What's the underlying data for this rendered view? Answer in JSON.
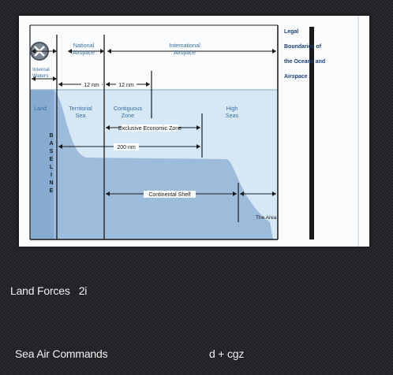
{
  "diagram": {
    "title_lines": [
      "Legal",
      "Boundaries of",
      "the Oceans and",
      "Airspace"
    ],
    "national_airspace": [
      "National",
      "Airspace"
    ],
    "international_airspace": [
      "International",
      "Airspace"
    ],
    "internal_waters": [
      "Internal",
      "Waters"
    ],
    "nm_12_a": "12 nm",
    "nm_12_b": "12 nm",
    "land": "Land",
    "territorial_sea": [
      "Territorial",
      "Sea"
    ],
    "contiguous_zone": [
      "Contiguous",
      "Zone"
    ],
    "high_seas": [
      "High",
      "Seas"
    ],
    "eez": "Exclusive Economic Zone",
    "nm_200": "200 nm",
    "baseline_letters": [
      "B",
      "A",
      "S",
      "E",
      "L",
      "I",
      "N",
      "E"
    ],
    "continental_shelf": "Continental Shelf",
    "the_area": "The Area",
    "colors": {
      "water": "#a9cde8",
      "land": "#6f98c6",
      "line": "#1a1a1a",
      "label": "#3b6ea8",
      "title": "#1c3f78"
    }
  },
  "captions": {
    "line1": "Land Forces   2i",
    "line2_left": "Sea Air Commands",
    "line2_right": "d + cgz"
  }
}
